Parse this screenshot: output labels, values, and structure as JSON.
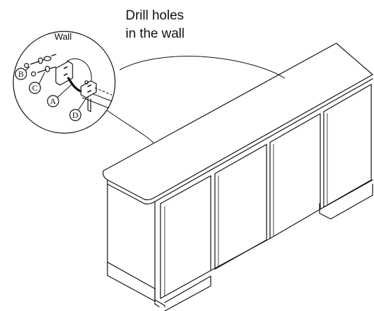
{
  "caption": {
    "line1": "Drill holes",
    "line2": "in the wall"
  },
  "inset": {
    "wall_label": "Wall",
    "callouts": {
      "a": "A",
      "b": "B",
      "c": "C",
      "d": "D"
    }
  },
  "colors": {
    "line": "#111111",
    "background": "#ffffff"
  }
}
